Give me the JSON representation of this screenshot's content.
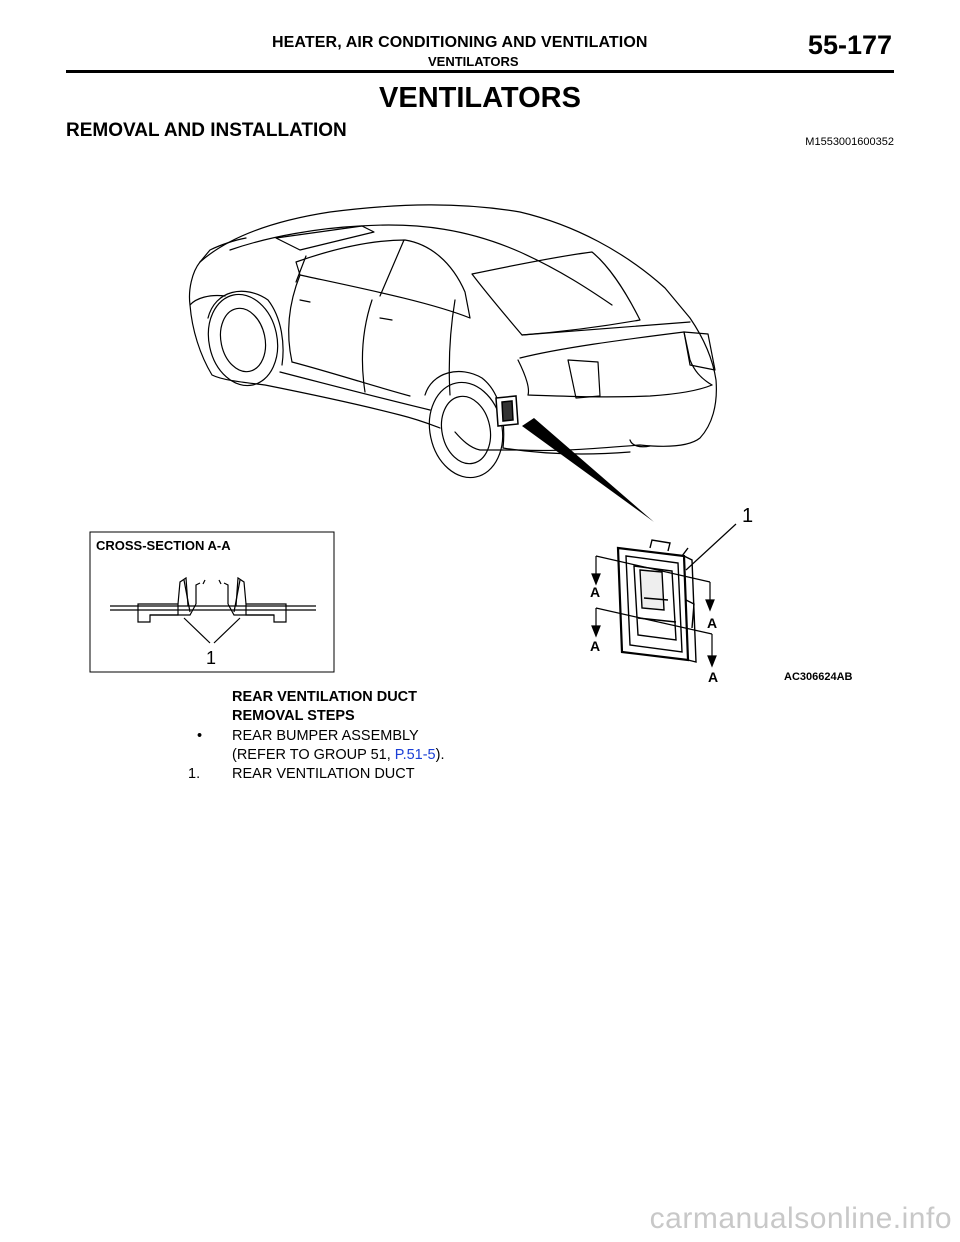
{
  "header": {
    "chapter_title": "HEATER, AIR CONDITIONING AND VENTILATION",
    "section": "VENTILATORS",
    "page_number": "55-177"
  },
  "main_title": "VENTILATORS",
  "section_title": "REMOVAL AND INSTALLATION",
  "doc_code": "M1553001600352",
  "figure": {
    "inset_title": "CROSS-SECTION A-A",
    "inset_callout": "1",
    "callout": "1",
    "section_letter": "A",
    "figure_code": "AC306624AB"
  },
  "procedure": {
    "heading": "REAR VENTILATION DUCT",
    "subheading": "REMOVAL STEPS",
    "items": [
      {
        "marker": "•",
        "line1": "REAR BUMPER ASSEMBLY",
        "line2_prefix": "(REFER TO GROUP 51, ",
        "line2_link": "P.51-5",
        "line2_suffix": ")."
      },
      {
        "marker": "1.",
        "line1": "REAR VENTILATION DUCT"
      }
    ]
  },
  "watermark": "carmanualsonline.info"
}
